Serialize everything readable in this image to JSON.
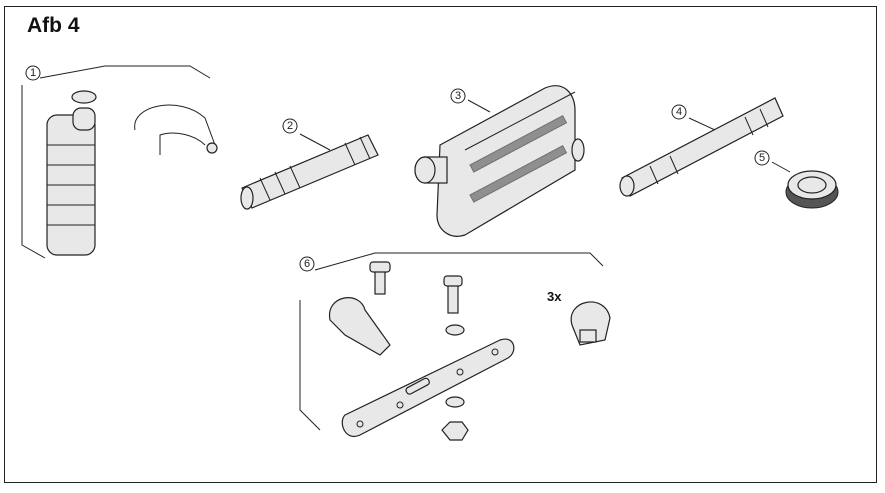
{
  "figure": {
    "title": "Afb 4",
    "callouts": [
      "1",
      "2",
      "3",
      "4",
      "5",
      "6"
    ],
    "quantity_label": "3x"
  }
}
